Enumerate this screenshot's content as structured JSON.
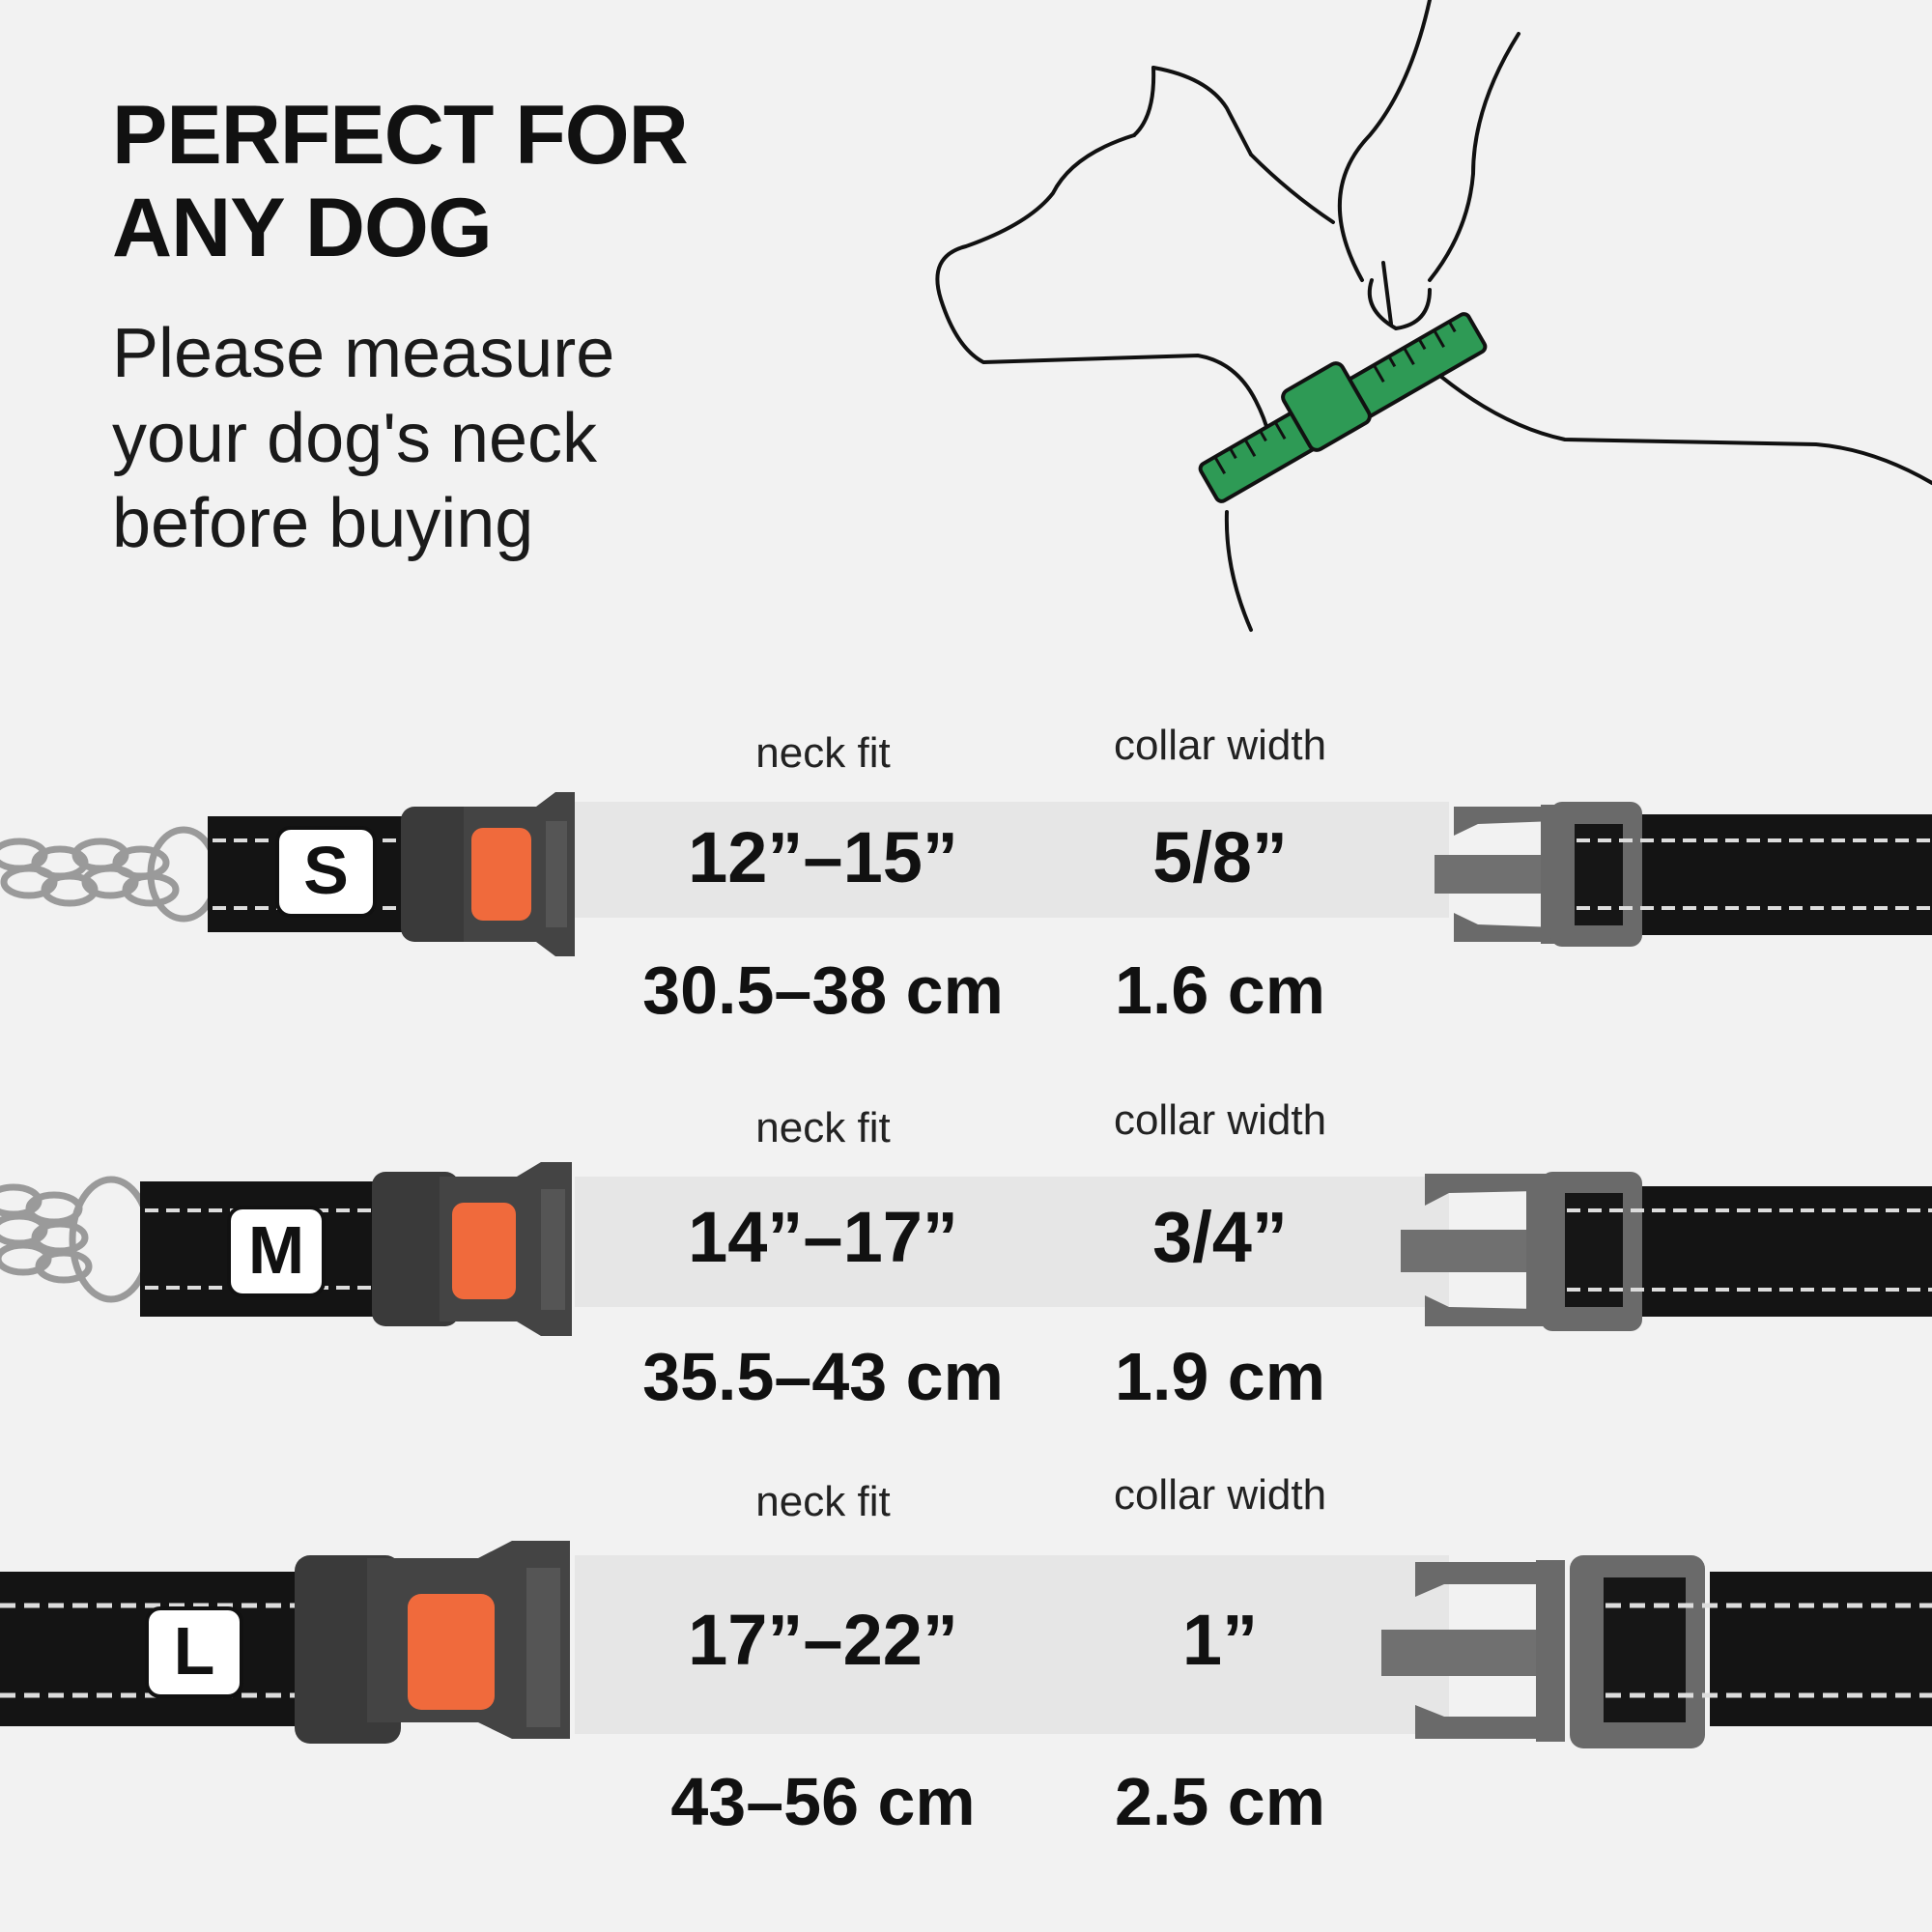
{
  "headline": {
    "line1": "PERFECT FOR",
    "line2": "ANY DOG"
  },
  "subtitle": {
    "line1": "Please measure",
    "line2": "your dog's neck",
    "line3": "before buying"
  },
  "labels": {
    "neck_fit": "neck fit",
    "collar_width": "collar width"
  },
  "colors": {
    "accent_green": "#2e9a55",
    "buckle_orange": "#f06a3c",
    "background": "#f2f2f2"
  },
  "sizes": [
    {
      "size": "S",
      "neck_fit_in": "12”–15”",
      "neck_fit_cm": "30.5–38 cm",
      "width_in": "5/8”",
      "width_cm": "1.6 cm"
    },
    {
      "size": "M",
      "neck_fit_in": "14”–17”",
      "neck_fit_cm": "35.5–43 cm",
      "width_in": "3/4”",
      "width_cm": "1.9 cm"
    },
    {
      "size": "L",
      "neck_fit_in": "17”–22”",
      "neck_fit_cm": "43–56 cm",
      "width_in": "1”",
      "width_cm": "2.5 cm"
    }
  ]
}
